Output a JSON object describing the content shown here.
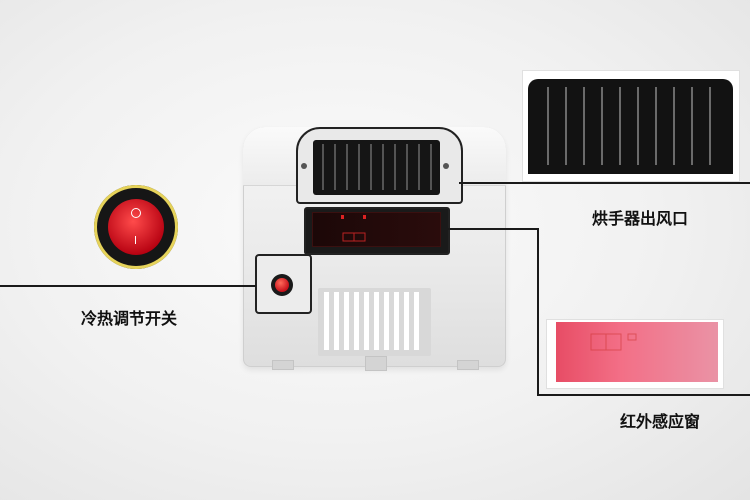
{
  "labels": {
    "switch": "冷热调节开关",
    "outlet": "烘手器出风口",
    "sensor": "红外感应窗"
  },
  "colors": {
    "background": "#f1f1f1",
    "callout_line": "#1a1a1a",
    "switch_red": "#c8101a",
    "sensor_glass": "#f2607a"
  },
  "icons": {
    "switch": "rocker-switch-icon",
    "outlet": "air-outlet-grille-icon",
    "sensor": "infrared-window-icon"
  }
}
